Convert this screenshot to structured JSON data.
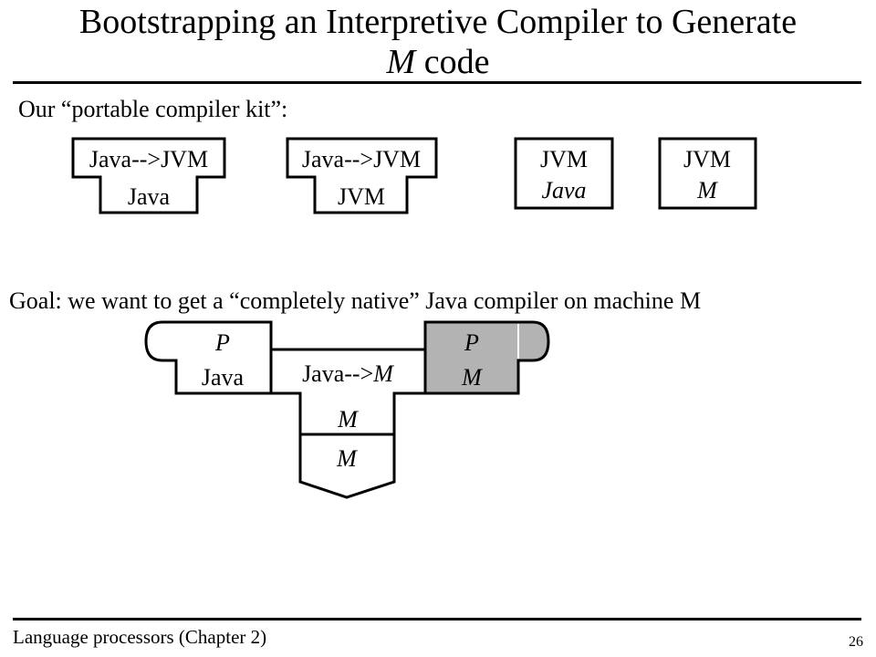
{
  "slide": {
    "title_line1": "Bootstrapping an Interpretive Compiler to Generate",
    "title_line2_italic": "M",
    "title_line2_rest": " code",
    "kit_label": "Our “portable compiler kit”:",
    "goal_label": "Goal: we want to get a “completely native” Java compiler on machine M",
    "footer": "Language processors (Chapter 2)",
    "page_number": "26"
  },
  "kit": {
    "compiler1": {
      "top": "Java-->JVM",
      "bottom": "Java"
    },
    "compiler2": {
      "top": "Java-->JVM",
      "bottom": "JVM"
    },
    "interpreter": {
      "top": "JVM",
      "bottom": "Java"
    },
    "machine_interp": {
      "top": "JVM",
      "bottom": "M"
    }
  },
  "goal": {
    "program_src": {
      "top": "P",
      "bottom": "Java"
    },
    "compiler": {
      "top": "Java-->",
      "top_italic": "M",
      "bottom": "M"
    },
    "program_out": {
      "top": "P",
      "bottom": "M",
      "fill": "#b3b3b3"
    },
    "machine": {
      "label": "M"
    }
  }
}
